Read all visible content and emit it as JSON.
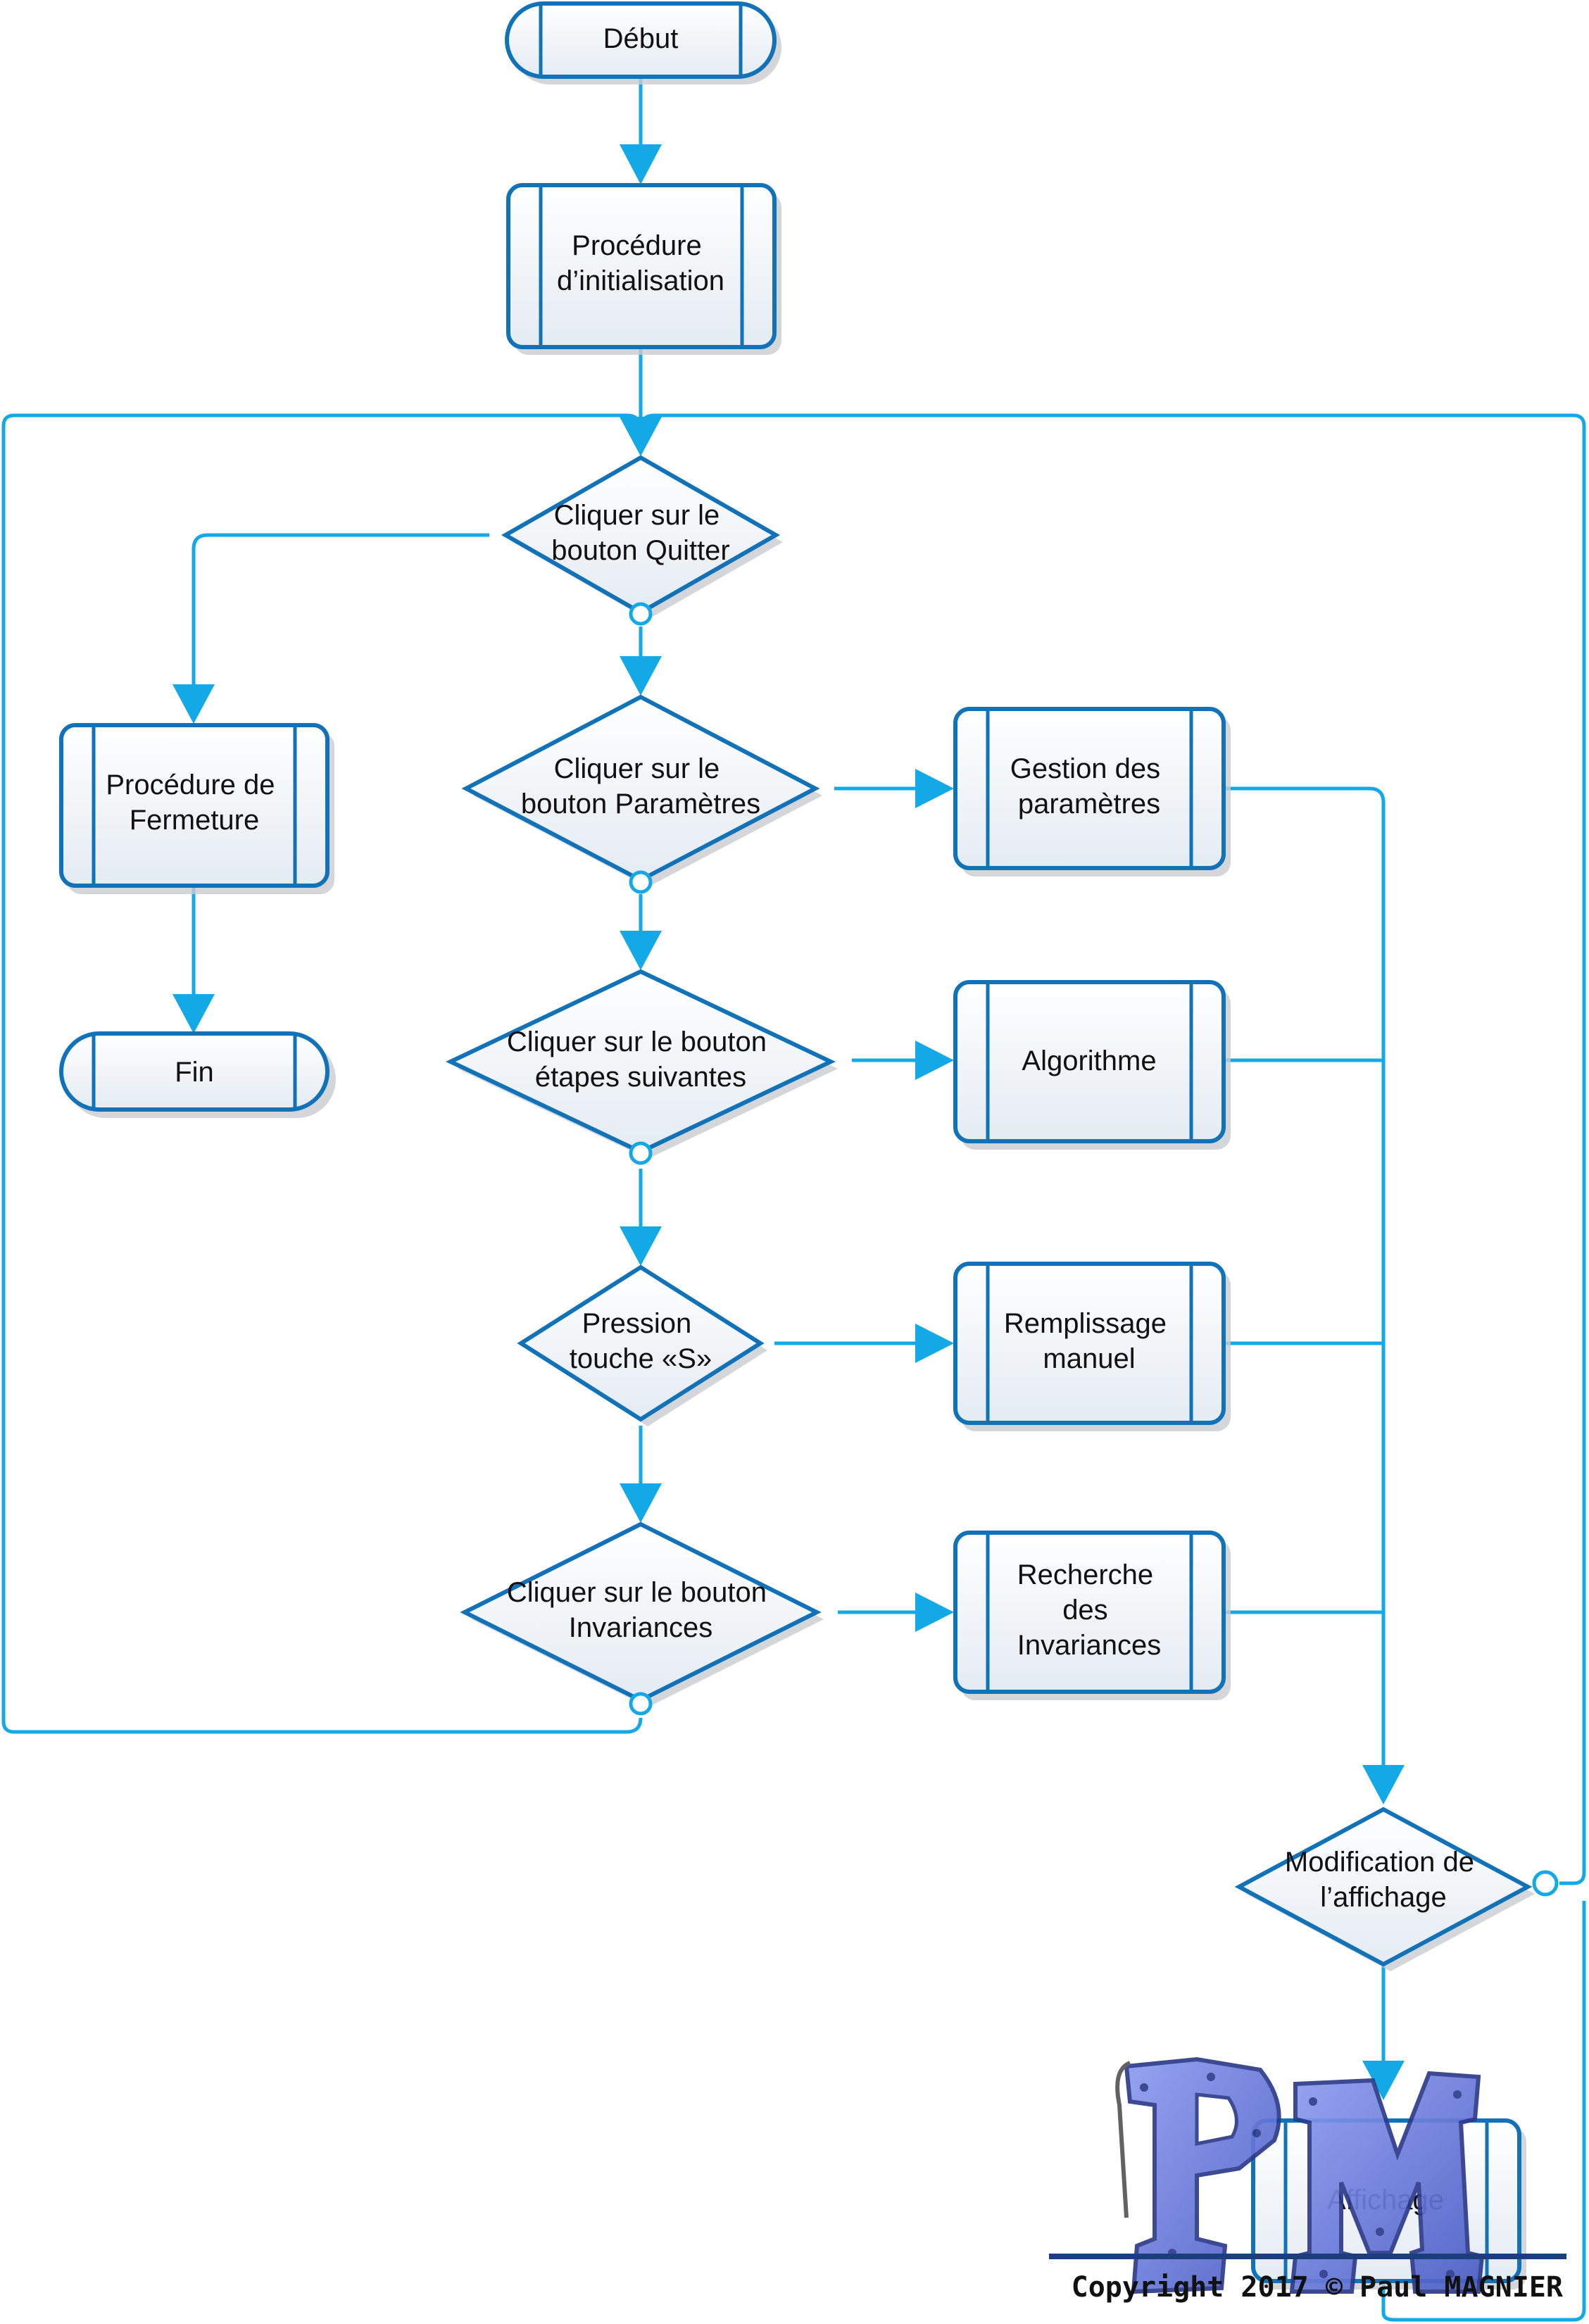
{
  "nodes": {
    "start": {
      "lines": [
        "Début"
      ]
    },
    "init": {
      "lines": [
        "Procédure",
        "d’initialisation"
      ]
    },
    "quit": {
      "lines": [
        "Cliquer sur le",
        "bouton Quitter"
      ]
    },
    "params": {
      "lines": [
        "Cliquer sur le",
        "bouton Paramètres"
      ]
    },
    "steps": {
      "lines": [
        "Cliquer sur le bouton",
        "étapes suivantes"
      ]
    },
    "press_s": {
      "lines": [
        "Pression",
        "touche «S»"
      ]
    },
    "invariances": {
      "lines": [
        "Cliquer sur le bouton",
        "Invariances"
      ]
    },
    "close_proc": {
      "lines": [
        "Procédure de",
        "Fermeture"
      ]
    },
    "end": {
      "lines": [
        "Fin"
      ]
    },
    "manage_params": {
      "lines": [
        "Gestion des",
        "paramètres"
      ]
    },
    "algorithm": {
      "lines": [
        "Algorithme"
      ]
    },
    "manual_fill": {
      "lines": [
        "Remplissage",
        "manuel"
      ]
    },
    "search_inv": {
      "lines": [
        "Recherche",
        "des",
        "Invariances"
      ]
    },
    "modify_display": {
      "lines": [
        "Modification de",
        "l’affichage"
      ]
    },
    "display": {
      "lines": [
        "Affichage"
      ]
    }
  },
  "watermark": {
    "logo_letters": "PM",
    "copyright": "Copyright 2017 © Paul MAGNIER"
  },
  "colors": {
    "connector": "#12a9e6",
    "node_border": "#1272b8",
    "node_fill_top": "#ffffff",
    "node_fill_bottom": "#e4ebf2",
    "logo": "#6b7ee0"
  }
}
